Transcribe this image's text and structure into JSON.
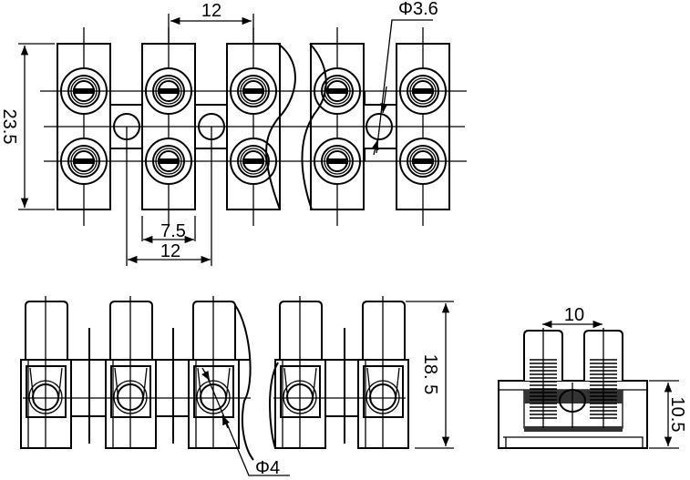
{
  "title": "Terminal block dimension drawing",
  "top_view": {
    "pitch_label": "12",
    "height_label": "23.5",
    "hole_diameter_label": "Φ3.6",
    "slot_width_label": "7.5",
    "hole_pitch_label": "12"
  },
  "front_view": {
    "height_label": "18. 5",
    "screw_diameter_label": "Φ4"
  },
  "side_view": {
    "screw_spacing_label": "10",
    "body_height_label": "10.5"
  },
  "colors": {
    "line": "#000000",
    "background": "#ffffff"
  }
}
